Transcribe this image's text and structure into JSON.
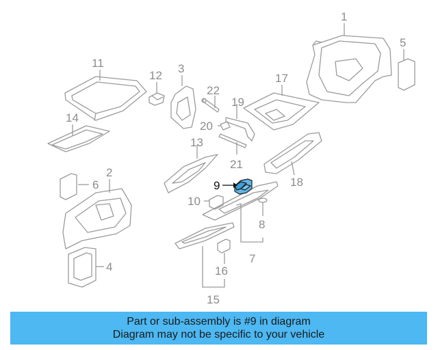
{
  "callouts": {
    "c1": "1",
    "c2": "2",
    "c3": "3",
    "c4": "4",
    "c5": "5",
    "c6": "6",
    "c7": "7",
    "c8": "8",
    "c9": "9",
    "c10": "10",
    "c11": "11",
    "c12": "12",
    "c13": "13",
    "c14": "14",
    "c15": "15",
    "c16": "16",
    "c17": "17",
    "c18": "18",
    "c19": "19",
    "c20": "20",
    "c21": "21",
    "c22": "22"
  },
  "highlight": {
    "part_number": "9",
    "color": "#5fb6e8"
  },
  "banner": {
    "line1": "Part or sub-assembly is #9 in diagram",
    "line2": "Diagram may not be specific to your vehicle",
    "color": "#4db8f2"
  }
}
